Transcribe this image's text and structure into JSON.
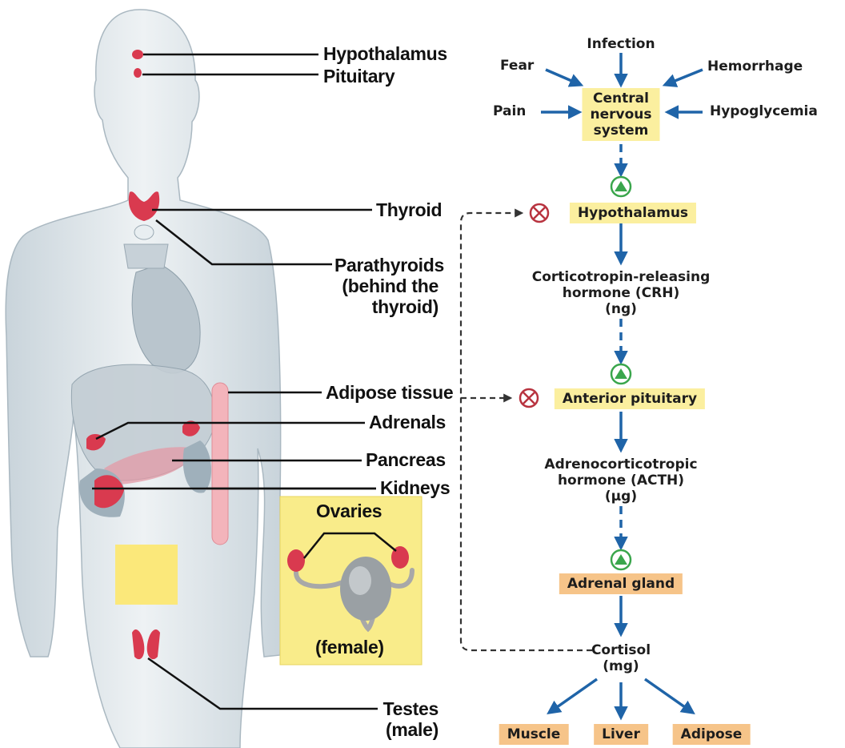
{
  "anatomy": {
    "labels": {
      "hypothalamus": "Hypothalamus",
      "pituitary": "Pituitary",
      "thyroid": "Thyroid",
      "parathyroids": [
        "Parathyroids",
        "(behind the",
        "thyroid)"
      ],
      "adipose_tissue": "Adipose tissue",
      "adrenals": "Adrenals",
      "pancreas": "Pancreas",
      "kidneys": "Kidneys",
      "ovaries": "Ovaries",
      "female": "(female)",
      "testes": [
        "Testes",
        "(male)"
      ]
    }
  },
  "flow": {
    "stressors": {
      "infection": "Infection",
      "fear": "Fear",
      "hemorrhage": "Hemorrhage",
      "pain": "Pain",
      "hypoglycemia": "Hypoglycemia"
    },
    "cns": [
      "Central",
      "nervous",
      "system"
    ],
    "hypothalamus": "Hypothalamus",
    "crh": [
      "Corticotropin-releasing",
      "hormone (CRH)",
      "(ng)"
    ],
    "anterior_pituitary": "Anterior pituitary",
    "acth": [
      "Adrenocorticotropic",
      "hormone (ACTH)",
      "(μg)"
    ],
    "adrenal_gland": "Adrenal gland",
    "cortisol": [
      "Cortisol",
      "(mg)"
    ],
    "targets": [
      "Muscle",
      "Liver",
      "Adipose"
    ]
  },
  "colors": {
    "body_fill": "#dde5ea",
    "gland_red": "#d93a4f",
    "arrow_blue": "#1f64a8",
    "box_yellow": "#fbef9f",
    "box_orange": "#f6c489",
    "stimulate_green": "#3aa64c",
    "inhibit_red": "#b8333f"
  },
  "icons": {
    "stimulate": "plus-triangle-in-circle-icon",
    "inhibit": "x-in-circle-icon"
  }
}
